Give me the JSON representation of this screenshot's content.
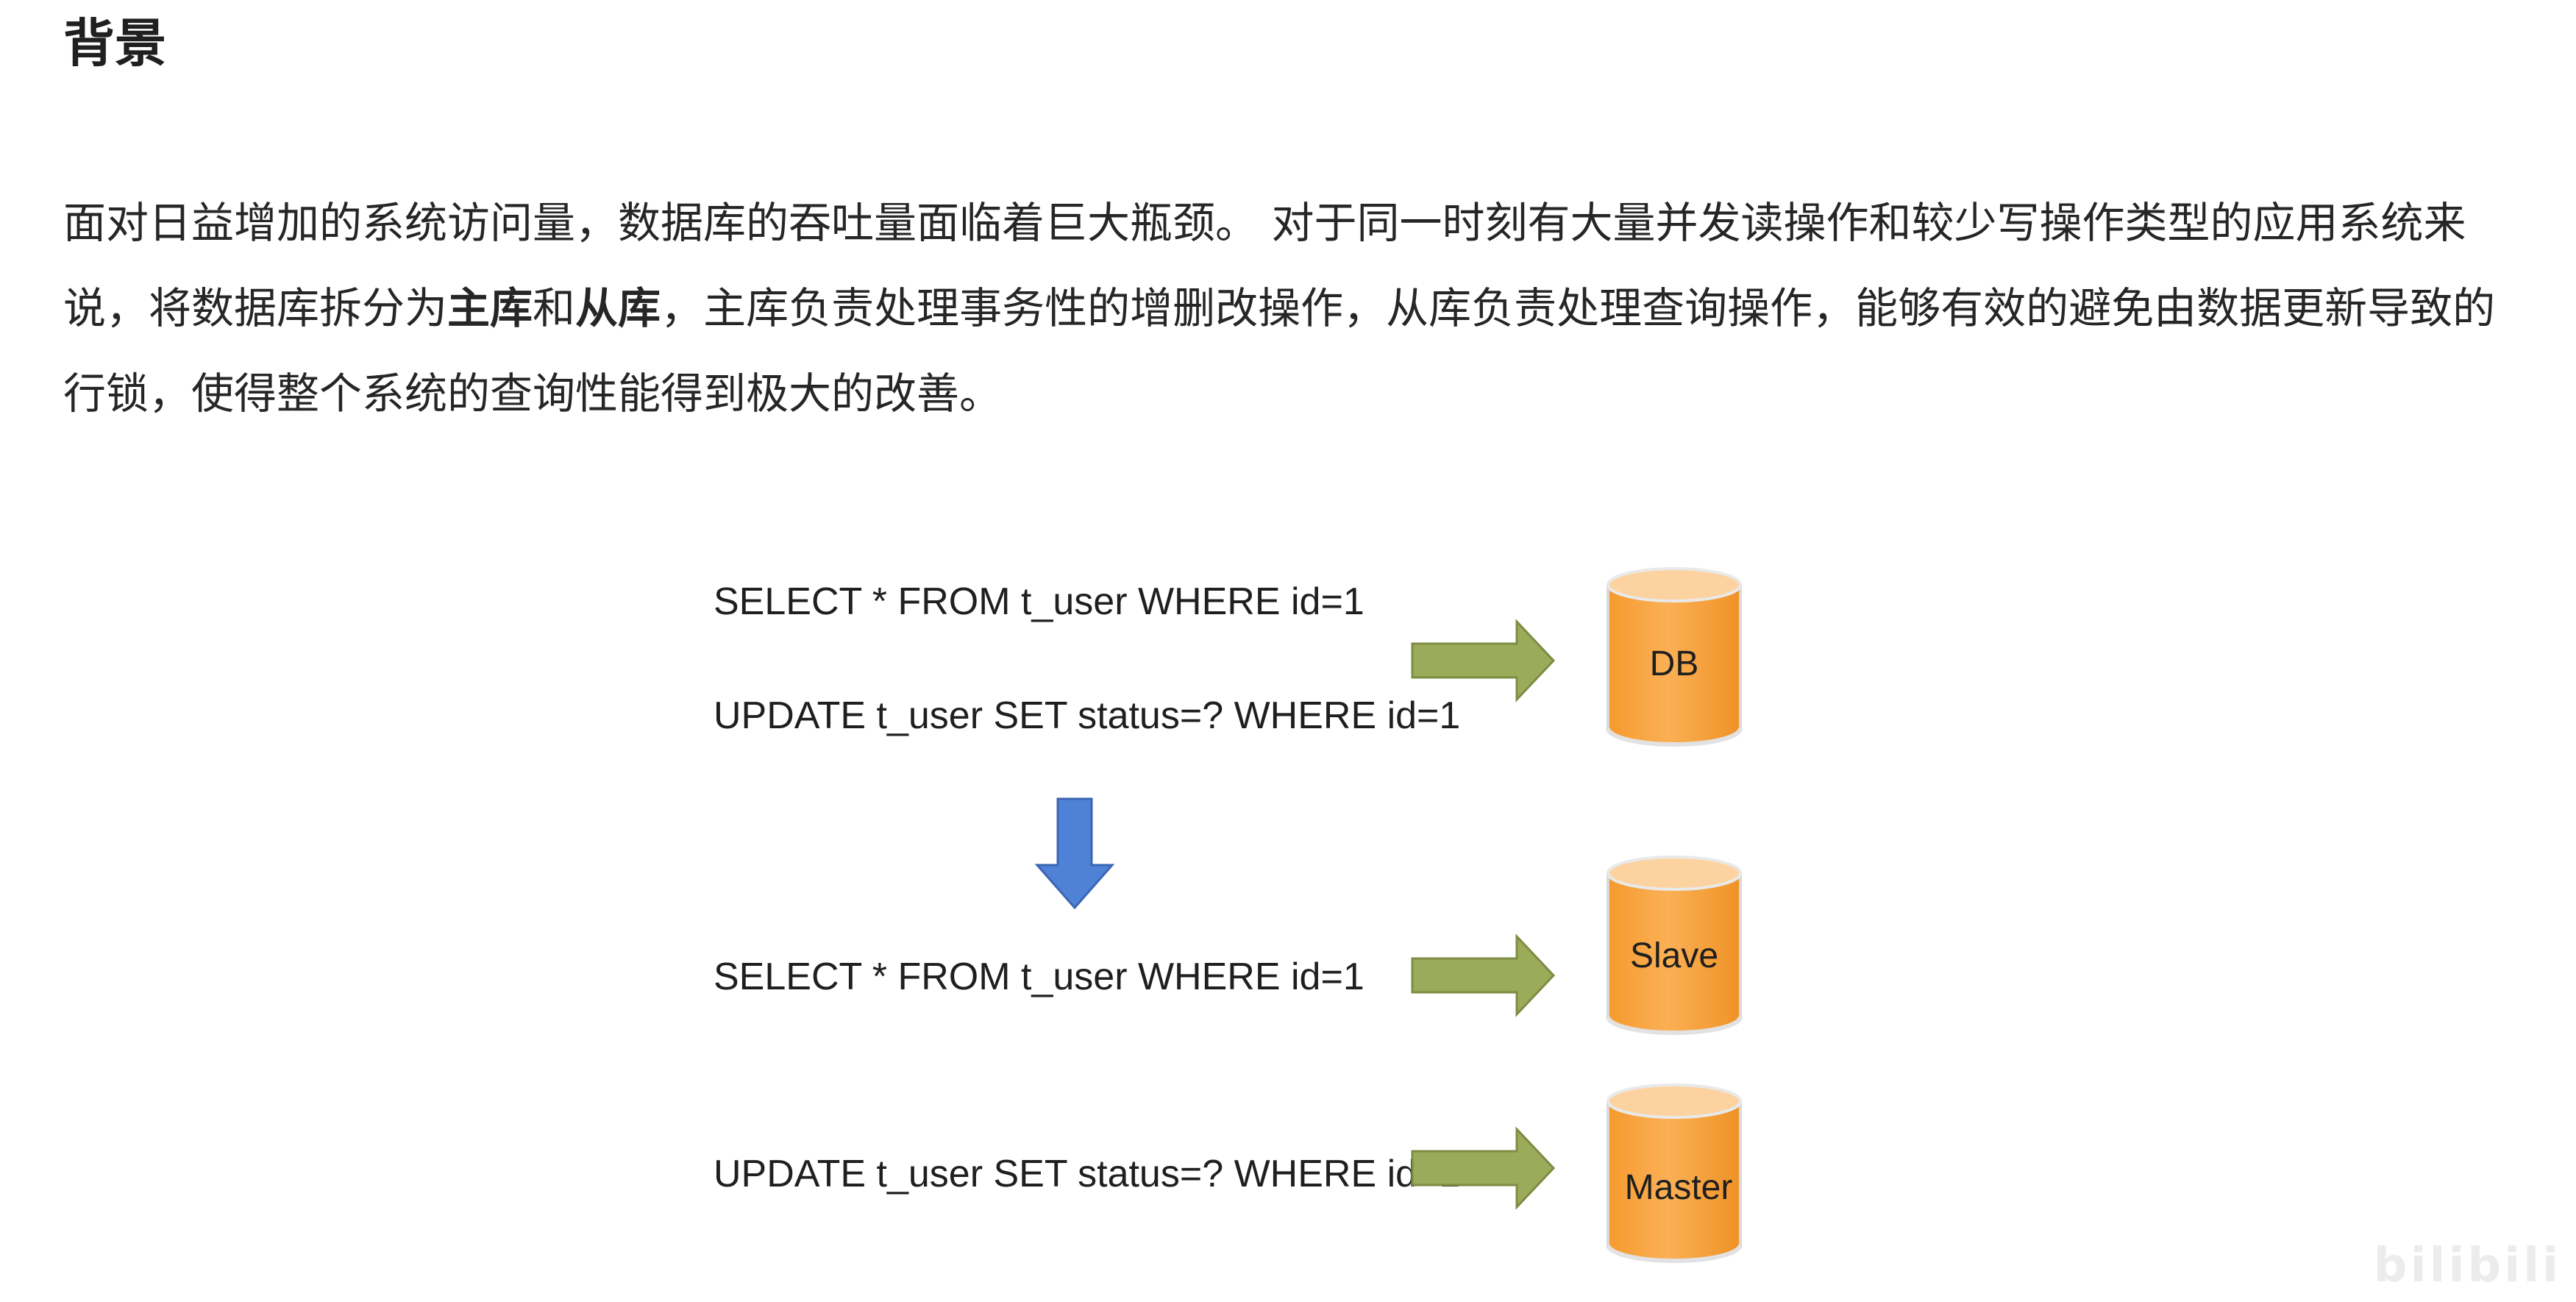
{
  "heading": "背景",
  "paragraph": {
    "p1": "面对日益增加的系统访问量，数据库的吞吐量面临着巨大瓶颈。 对于同一时刻有大量并发读操作和较少写操作类型的应用系统来说，将数据库拆分为",
    "bold1": "主库",
    "p2": "和",
    "bold2": "从库",
    "p3": "，主库负责处理事务性的增删改操作，从库负责处理查询操作，能够有效的避免由数据更新导致的行锁，使得整个系统的查询性能得到极大的改善。"
  },
  "diagram": {
    "before": {
      "select_sql": "SELECT * FROM t_user WHERE id=1",
      "update_sql": "UPDATE t_user SET status=? WHERE id=1",
      "db_label": "DB"
    },
    "after": {
      "select_sql": "SELECT * FROM t_user WHERE id=1",
      "slave_label": "Slave",
      "update_sql": "UPDATE t_user SET status=? WHERE id=1",
      "master_label": "Master"
    },
    "colors": {
      "cylinder": "#fba53b",
      "cylinder_top": "#fcd3a0",
      "green_arrow": "#9bab5a",
      "blue_arrow": "#4f81d6"
    }
  },
  "watermark": "bilibili"
}
